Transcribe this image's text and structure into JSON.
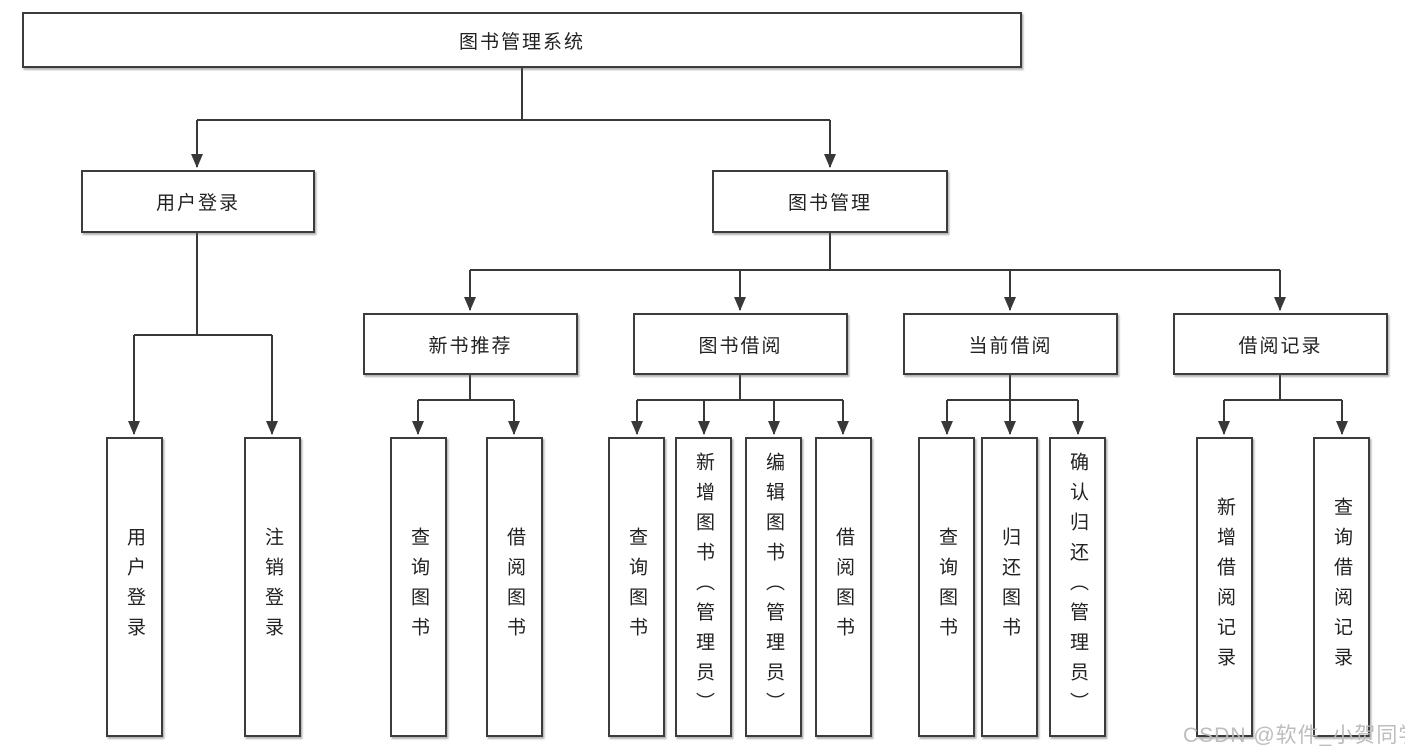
{
  "diagram": {
    "root": {
      "label": "图书管理系统"
    },
    "branches": {
      "user_login": {
        "label": "用户登录",
        "children": [
          "用户登录",
          "注销登录"
        ]
      },
      "book_mgmt": {
        "label": "图书管理"
      }
    },
    "sections": {
      "new_books": {
        "label": "新书推荐",
        "children": [
          "查询图书",
          "借阅图书"
        ]
      },
      "borrowing": {
        "label": "图书借阅",
        "children": [
          "查询图书",
          "新增图书（管理员）",
          "编辑图书（管理员）",
          "借阅图书"
        ]
      },
      "current": {
        "label": "当前借阅",
        "children": [
          "查询图书",
          "归还图书",
          "确认归还（管理员）"
        ]
      },
      "records": {
        "label": "借阅记录",
        "children": [
          "新增借阅记录",
          "查询借阅记录"
        ]
      }
    },
    "colors": {
      "box_border": "#3c3c3c",
      "connector_line": "#383838",
      "text": "#222222",
      "background": "#ffffff",
      "watermark_text": "#b9b9b9"
    }
  },
  "watermark": {
    "text": "CSDN @软件_小贺同学"
  }
}
